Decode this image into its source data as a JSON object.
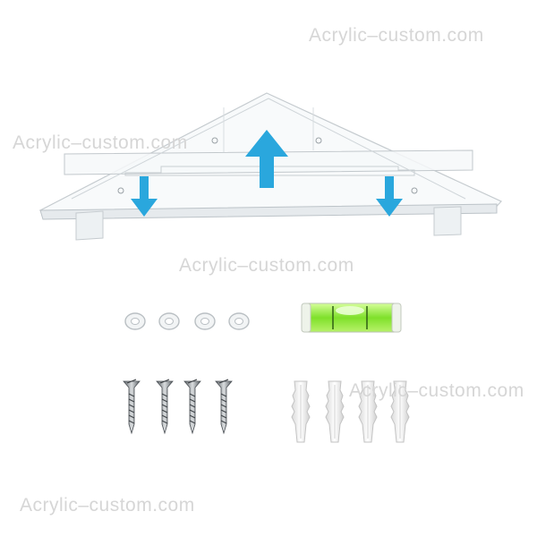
{
  "watermark": {
    "text": "Acrylic–custom.com"
  },
  "colors": {
    "arrow": "#2aa7dd",
    "acrylic_edge": "#bfc5c9",
    "level_liquid": "#8be83a",
    "screw": "#8a8f94",
    "anchor": "#eeeeee",
    "washer": "#c9cdd0"
  },
  "parts": {
    "washers": 4,
    "screws": 4,
    "wall_anchors": 4,
    "bubble_level": 1
  }
}
